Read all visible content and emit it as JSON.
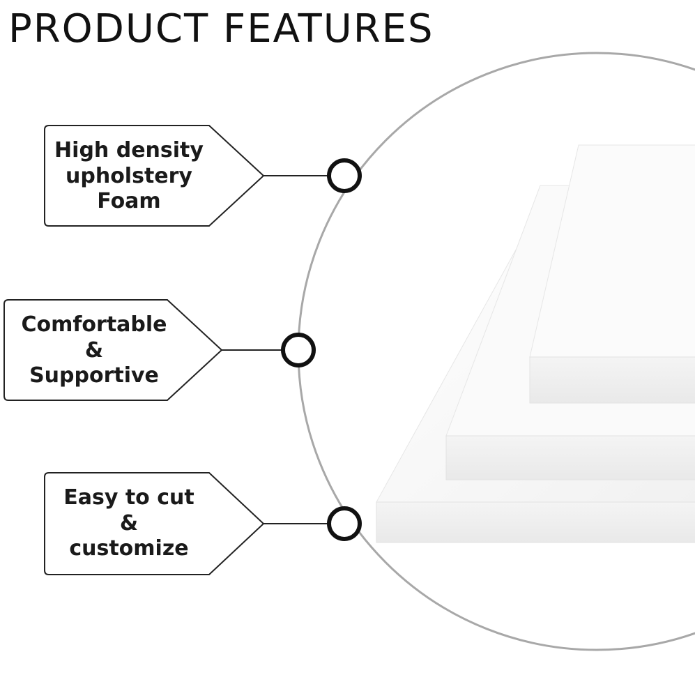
{
  "title": "PRODUCT FEATURES",
  "features": [
    {
      "lines": [
        "High density",
        "upholstery",
        "Foam"
      ],
      "icon": "ring-marker-icon"
    },
    {
      "lines": [
        "Comfortable",
        "&",
        "Supportive"
      ],
      "icon": "ring-marker-icon"
    },
    {
      "lines": [
        "Easy to cut",
        "&",
        "customize"
      ],
      "icon": "ring-marker-icon"
    }
  ],
  "colors": {
    "text": "#111111",
    "outline": "#222222",
    "circle_stroke": "#a8a8a8",
    "foam": "#f3f3f3",
    "background": "#ffffff"
  }
}
